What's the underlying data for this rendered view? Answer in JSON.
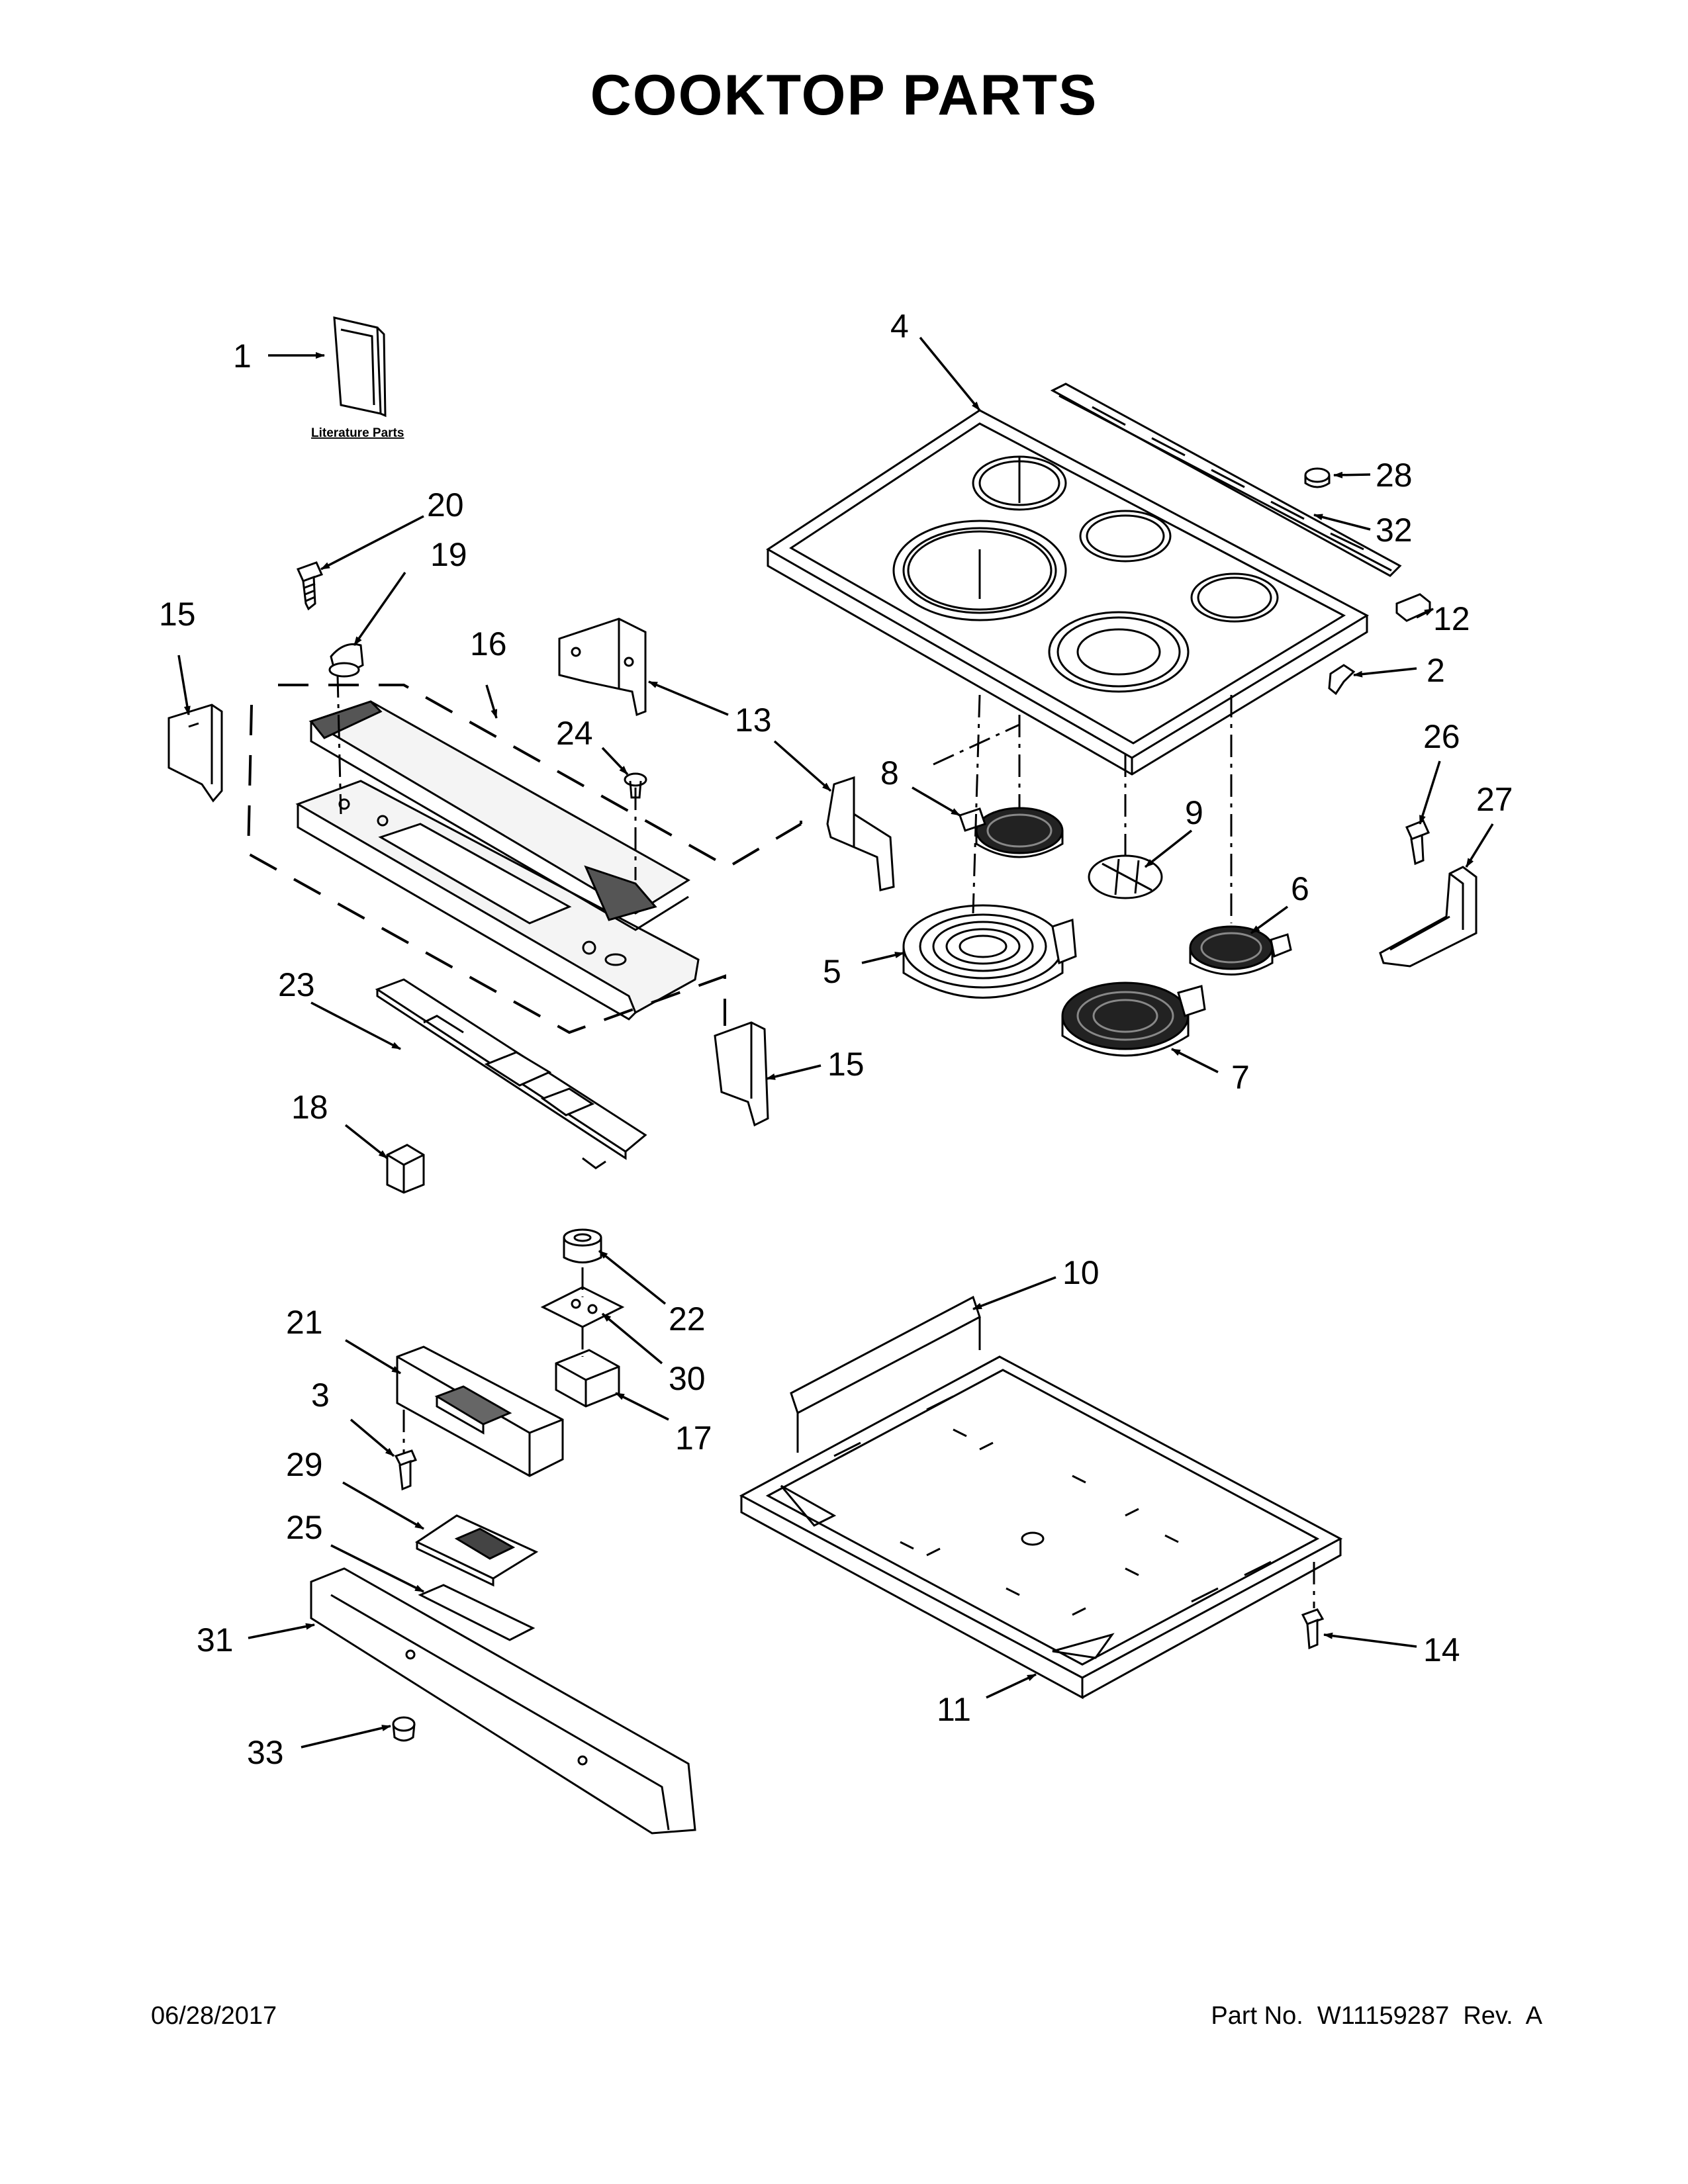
{
  "title": "COOKTOP PARTS",
  "literature_label": "Literature Parts",
  "footer": {
    "date": "06/28/2017",
    "part_number": "Part No.  W11159287  Rev.  A"
  },
  "labels": {
    "l1": "1",
    "l2": "2",
    "l3": "3",
    "l4": "4",
    "l5": "5",
    "l6": "6",
    "l7": "7",
    "l8": "8",
    "l9": "9",
    "l10": "10",
    "l11": "11",
    "l12": "12",
    "l13": "13",
    "l14": "14",
    "l15a": "15",
    "l15b": "15",
    "l16": "16",
    "l17": "17",
    "l18": "18",
    "l19": "19",
    "l20": "20",
    "l21": "21",
    "l22": "22",
    "l23": "23",
    "l24": "24",
    "l25": "25",
    "l26": "26",
    "l27": "27",
    "l28": "28",
    "l29": "29",
    "l30": "30",
    "l31": "31",
    "l32": "32",
    "l33": "33"
  }
}
